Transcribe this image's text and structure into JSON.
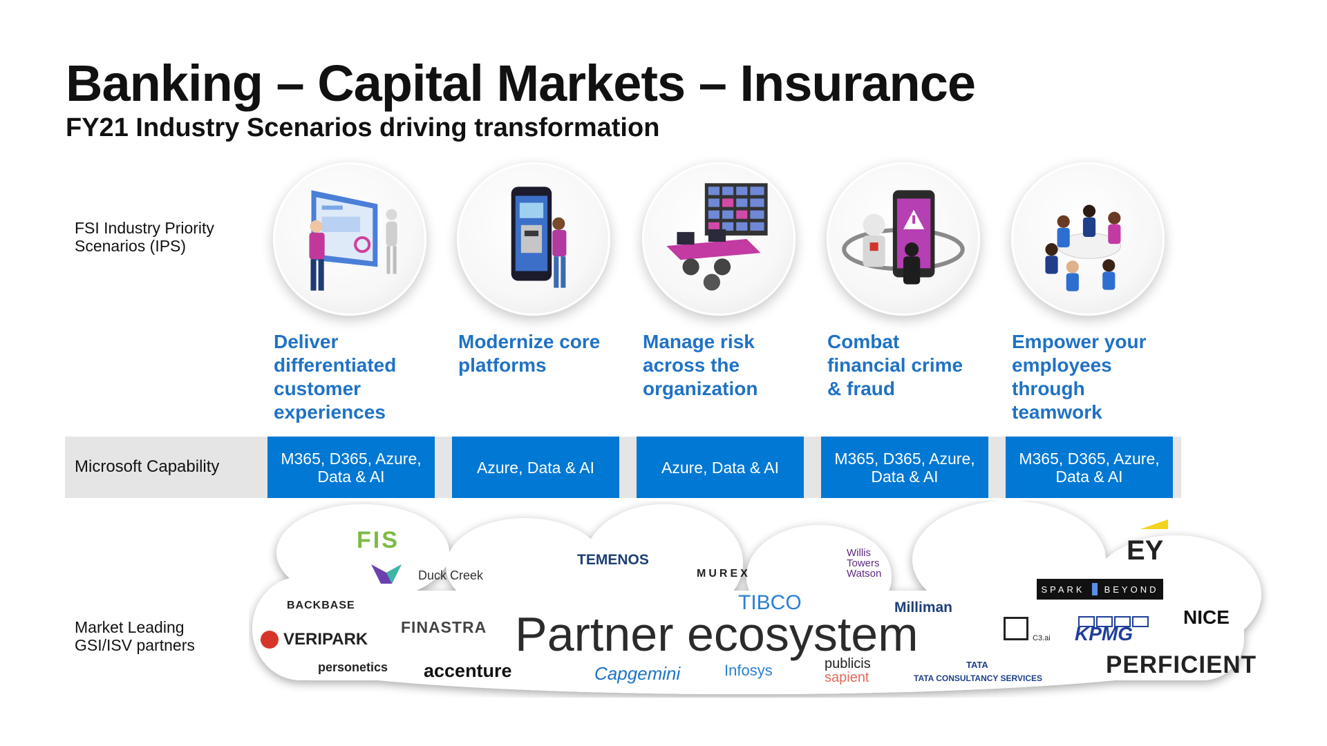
{
  "header": {
    "title": "Banking – Capital Markets – Insurance",
    "subtitle": "FY21 Industry Scenarios driving transformation"
  },
  "rows": {
    "ips_label": "FSI Industry Priority Scenarios (IPS)",
    "capability_label": "Microsoft Capability",
    "partners_label": "Market Leading GSI/ISV partners"
  },
  "scenarios": [
    {
      "title": "Deliver differentiated customer experiences",
      "capability": "M365, D365, Azure, Data & AI",
      "icon": "customer-experience-illustration"
    },
    {
      "title": "Modernize core platforms",
      "capability": "Azure, Data & AI",
      "icon": "atm-phone-illustration"
    },
    {
      "title": "Manage risk across the organization",
      "capability": "Azure, Data & AI",
      "icon": "monitoring-room-illustration"
    },
    {
      "title": "Combat financial crime & fraud",
      "capability": "M365, D365, Azure, Data & AI",
      "icon": "fraud-alert-illustration"
    },
    {
      "title": "Empower your employees through teamwork",
      "capability": "M365, D365, Azure, Data & AI",
      "icon": "teamwork-meeting-illustration"
    }
  ],
  "ecosystem": {
    "label": "Partner ecosystem",
    "partners": [
      "FIS",
      "Duck Creek",
      "BACKBASE",
      "FINASTRA",
      "VERIPARK",
      "personetics",
      "accenture",
      "TEMENOS",
      "MUREX",
      "TIBCO",
      "Capgemini",
      "Infosys",
      "Willis Towers Watson",
      "Milliman",
      "publicis",
      "sapient",
      "TATA",
      "TATA CONSULTANCY SERVICES",
      "C3.ai",
      "EY",
      "SPARK",
      "BEYOND",
      "KPMG",
      "NICE",
      "PERFICIENT"
    ]
  },
  "colors": {
    "accent_blue": "#0078d4",
    "scenario_text": "#1f72c4",
    "capability_band": "#e5e5e5"
  }
}
